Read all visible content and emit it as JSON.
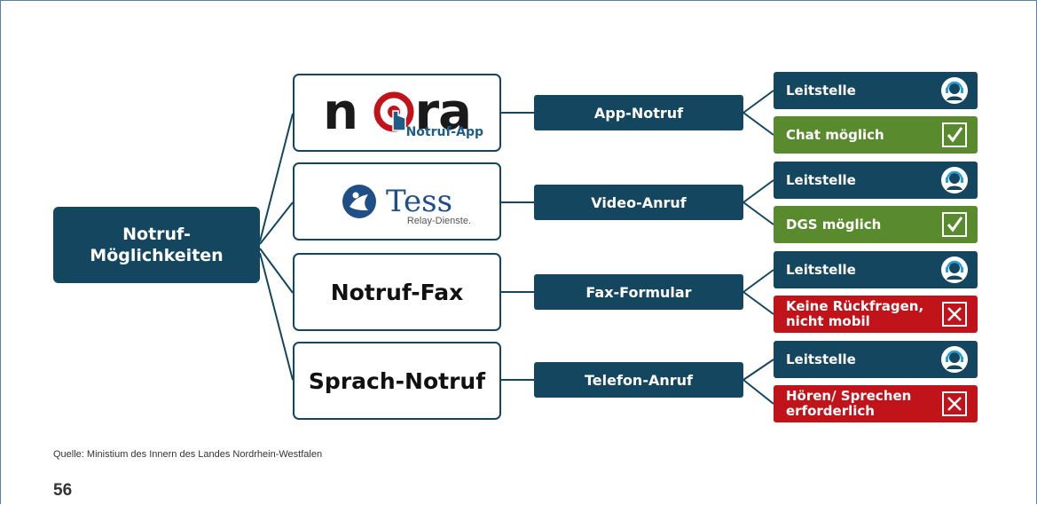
{
  "root": {
    "line1": "Notruf-",
    "line2": "Möglichkeiten"
  },
  "methods": [
    {
      "logo_word": "nora",
      "logo_sub": "Notruf-App",
      "logo_icon": "finger-tap-icon"
    },
    {
      "logo_word": "Tess",
      "logo_sub": "Relay-Dienste.",
      "logo_icon": "tess-emblem-icon"
    },
    {
      "label": "Notruf-Fax"
    },
    {
      "label": "Sprach-Notruf"
    }
  ],
  "channels": [
    "App-Notruf",
    "Video-Anruf",
    "Fax-Formular",
    "Telefon-Anruf"
  ],
  "outcomes": [
    {
      "label": "Leitstelle",
      "color": "#14475f",
      "icon": "headset-operator-icon"
    },
    {
      "label": "Chat möglich",
      "color": "#5a8a2e",
      "icon": "checkbox-checked-icon"
    },
    {
      "label": "Leitstelle",
      "color": "#14475f",
      "icon": "headset-operator-icon"
    },
    {
      "label": "DGS möglich",
      "color": "#5a8a2e",
      "icon": "checkbox-checked-icon"
    },
    {
      "label": "Leitstelle",
      "color": "#14475f",
      "icon": "headset-operator-icon"
    },
    {
      "label_line1": "Keine Rückfragen,",
      "label_line2": "nicht mobil",
      "color": "#c0131a",
      "icon": "checkbox-x-icon"
    },
    {
      "label": "Leitstelle",
      "color": "#14475f",
      "icon": "headset-operator-icon"
    },
    {
      "label_line1": "Hören/ Sprechen",
      "label_line2": "erforderlich",
      "color": "#c0131a",
      "icon": "checkbox-x-icon"
    }
  ],
  "source": "Quelle: Ministium des Innern des Landes Nordrhein-Westfalen",
  "page_number": "56"
}
